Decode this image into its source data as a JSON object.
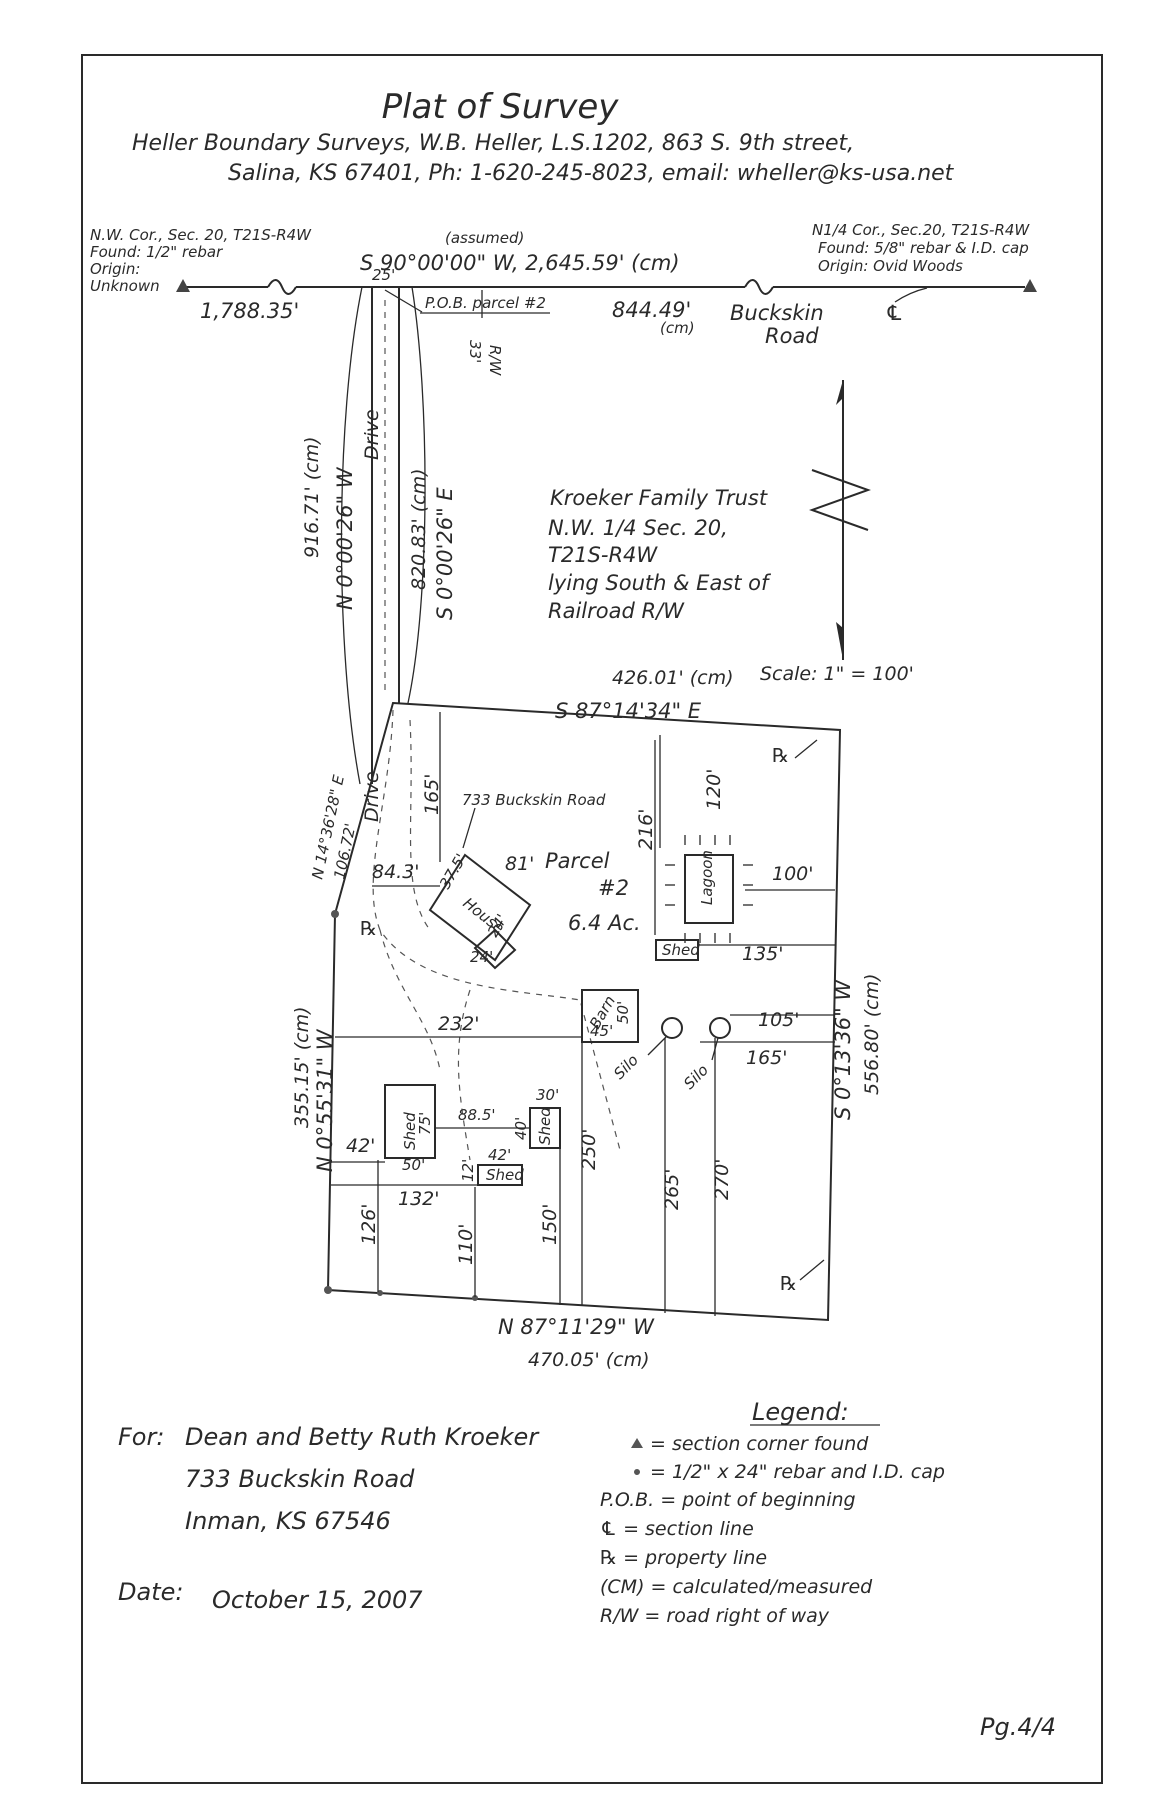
{
  "header": {
    "title": "Plat of Survey",
    "line1": "Heller Boundary Surveys, W.B. Heller, L.S.1202, 863 S. 9th street,",
    "line2": "Salina, KS 67401, Ph: 1-620-245-8023, email: wheller@ks-usa.net"
  },
  "nw_corner": {
    "line1": "N.W. Cor., Sec. 20, T21S-R4W",
    "line2": "Found: 1/2\" rebar",
    "line3": "Origin:",
    "line4": "Unknown"
  },
  "n_quarter_corner": {
    "line1": "N1/4 Cor., Sec.20, T21S-R4W",
    "line2": "Found: 5/8\" rebar & I.D. cap",
    "line3": "Origin: Ovid Woods"
  },
  "section_line": {
    "assumed": "(assumed)",
    "bearing": "S 90°00'00\" W, 2,645.59' (cm)",
    "west_dist": "1,788.35'",
    "east_dist": "844.49'",
    "east_cm": "(cm)",
    "dim_25": "25'",
    "road_name_1": "Buckskin",
    "road_name_2": "Road",
    "road_symbol": "℄",
    "pob": "P.O.B. parcel #2",
    "rw_33": "33'",
    "rw_label": "R/W"
  },
  "drive": {
    "label_upper": "Drive",
    "label_lower": "Drive",
    "west_dist": "916.71' (cm)",
    "west_bearing": "N 0°00'26\" W",
    "east_dist": "820.83' (cm)",
    "east_bearing": "S 0°00'26\" E"
  },
  "trust": {
    "line1": "Kroeker Family Trust",
    "line2": "N.W. 1/4 Sec. 20,",
    "line3": "T21S-R4W",
    "line4": "lying South & East of",
    "line5": "Railroad R/W"
  },
  "scale": "Scale: 1\" = 100'",
  "parcel": {
    "north_dist": "426.01' (cm)",
    "north_bearing": "S 87°14'34\" E",
    "east_bearing": "S 0°13'36\" W",
    "east_dist": "556.80' (cm)",
    "south_bearing": "N 87°11'29\" W",
    "south_dist": "470.05' (cm)",
    "west_bearing": "N 0°55'31\" W",
    "west_dist": "355.15' (cm)",
    "nw_bearing": "N 14°36'28\" E",
    "nw_dist": "106.72'",
    "pl_symbol": "℞",
    "name_1": "Parcel",
    "name_2": "#2",
    "area": "6.4 Ac."
  },
  "features": {
    "address": "733 Buckskin Road",
    "house": "House",
    "house_w": "37.5'",
    "house_len": "81'",
    "house_wing": "24'",
    "house_wing2": "24'",
    "lagoon": "Lagoon",
    "shed_lagoon": "Shed",
    "barn": "Barn",
    "barn_dims_1": "45'",
    "barn_dims_2": "50'",
    "silo1": "Silo",
    "silo2": "Silo",
    "shed_a": "Shed",
    "shed_a_h": "75'",
    "shed_a_w": "50'",
    "shed_b": "Shed",
    "shed_b_w": "30'",
    "shed_b_h": "40'",
    "shed_c": "Shed",
    "shed_c_w": "42'",
    "shed_c_h": "12'"
  },
  "dims": {
    "d165": "165'",
    "d84": "84.3'",
    "d120": "120'",
    "d216": "216'",
    "d100": "100'",
    "d135": "135'",
    "d232": "232'",
    "d105": "105'",
    "d165b": "165'",
    "d42": "42'",
    "d88": "88.5'",
    "d132": "132'",
    "d126": "126'",
    "d110": "110'",
    "d150": "150'",
    "d250": "250'",
    "d265": "265'",
    "d270": "270'"
  },
  "client": {
    "label": "For:",
    "names": "Dean and Betty Ruth Kroeker",
    "address": "733 Buckskin Road",
    "city": "Inman, KS 67546"
  },
  "date": {
    "label": "Date:",
    "value": "October 15, 2007"
  },
  "legend": {
    "title": "Legend:",
    "item1": "= section corner found",
    "item2": "= 1/2\" x 24\" rebar and I.D. cap",
    "item3": "P.O.B. = point of beginning",
    "item4": "℄ = section line",
    "item5": "℞ = property line",
    "item6": "(CM) = calculated/measured",
    "item7": "R/W = road right of way"
  },
  "page_number": "Pg.4/4"
}
